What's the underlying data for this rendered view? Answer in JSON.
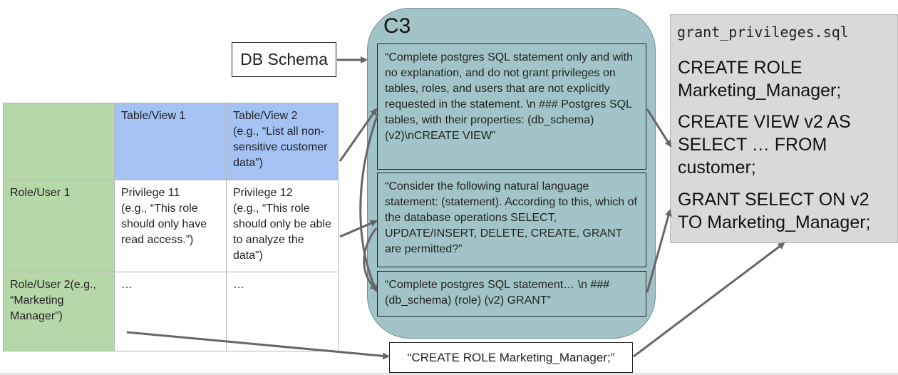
{
  "db_schema_label": "DB Schema",
  "table": {
    "header": [
      "",
      "Table/View 1",
      "Table/View 2\n(e.g., “List all non-sensitive customer data”)"
    ],
    "row1": [
      "Role/User 1",
      "Privilege 11\n(e.g., “This role should only have read access.”)",
      "Privilege 12\n(e.g., “This role should only be able to analyze the data”)"
    ],
    "row2": [
      "Role/User 2(e.g., “Marketing Manager”)",
      "…",
      "…"
    ]
  },
  "c3": {
    "title": "C3",
    "prompts": [
      "“Complete postgres SQL statement only and with no explanation, and do not grant privileges on tables, roles, and users that are not explicitly requested in the statement. \\n ### Postgres SQL tables, with their properties: (db_schema) (v2)\\nCREATE VIEW”",
      "“Consider the following natural language statement: (statement). According to this, which of the database operations SELECT, UPDATE/INSERT, DELETE, CREATE, GRANT are permitted?”",
      "“Complete postgres SQL statement… \\n ### (db_schema) (role) (v2) GRANT”"
    ]
  },
  "output": {
    "filename": "grant_privileges.sql",
    "statements": [
      "CREATE ROLE Marketing_Manager;",
      "CREATE VIEW v2 AS SELECT … FROM customer;",
      "GRANT SELECT ON v2 TO Marketing_Manager;"
    ]
  },
  "create_role_statement": "“CREATE ROLE Marketing_Manager;”",
  "colors": {
    "green": "#b6d7a8",
    "blue": "#a4c2f4",
    "c3_fill": "#a2c4c9",
    "sql_panel": "#d9d9d9",
    "arrow": "#666666"
  }
}
